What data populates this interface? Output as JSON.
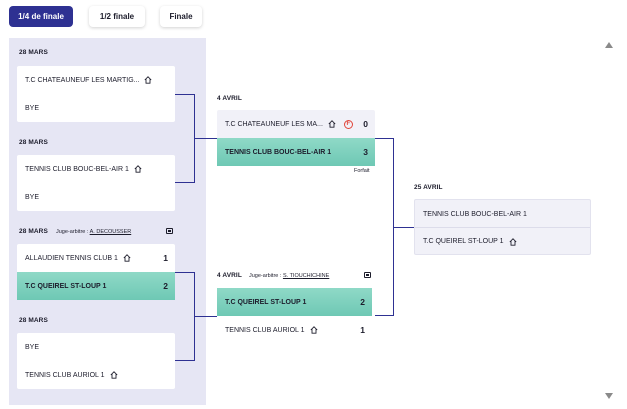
{
  "tabs": [
    {
      "label": "1/4 de finale",
      "active": true
    },
    {
      "label": "1/2 finale",
      "active": false
    },
    {
      "label": "Finale",
      "active": false
    }
  ],
  "colors": {
    "accent": "#2e3192",
    "winner": "#7ccfbc",
    "column": "#e6e6f4"
  },
  "quarter": [
    {
      "date": "28 MARS",
      "referee_label": "",
      "referee": "",
      "teams": [
        {
          "name": "T.C CHATEAUNEUF LES MARTIG...",
          "home": true,
          "score": ""
        },
        {
          "name": "BYE",
          "home": false,
          "score": ""
        }
      ]
    },
    {
      "date": "28 MARS",
      "referee_label": "",
      "referee": "",
      "teams": [
        {
          "name": "TENNIS CLUB BOUC-BEL-AIR 1",
          "home": true,
          "score": ""
        },
        {
          "name": "BYE",
          "home": false,
          "score": ""
        }
      ]
    },
    {
      "date": "28 MARS",
      "referee_label": "Juge-arbitre :",
      "referee": "A. DECOUSSER",
      "teams": [
        {
          "name": "ALLAUDIEN TENNIS CLUB 1",
          "home": true,
          "score": "1"
        },
        {
          "name": "T.C QUEIREL ST-LOUP 1",
          "home": false,
          "score": "2"
        }
      ]
    },
    {
      "date": "28 MARS",
      "referee_label": "",
      "referee": "",
      "teams": [
        {
          "name": "BYE",
          "home": false,
          "score": ""
        },
        {
          "name": "TENNIS CLUB AURIOL 1",
          "home": true,
          "score": ""
        }
      ]
    }
  ],
  "semi": [
    {
      "date": "4 AVRIL",
      "referee_label": "",
      "referee": "",
      "forfait_label": "Forfait",
      "forfait_icon": "F",
      "teams": [
        {
          "name": "T.C CHATEAUNEUF LES MA...",
          "home": true,
          "score": "0"
        },
        {
          "name": "TENNIS CLUB BOUC-BEL-AIR 1",
          "home": false,
          "score": "3"
        }
      ]
    },
    {
      "date": "4 AVRIL",
      "referee_label": "Juge-arbitre :",
      "referee": "S. TIOUCHICHINE",
      "teams": [
        {
          "name": "T.C QUEIREL ST-LOUP 1",
          "home": false,
          "score": "2"
        },
        {
          "name": "TENNIS CLUB AURIOL 1",
          "home": true,
          "score": "1"
        }
      ]
    }
  ],
  "final": {
    "date": "25 AVRIL",
    "teams": [
      {
        "name": "TENNIS CLUB BOUC-BEL-AIR 1",
        "home": false,
        "score": ""
      },
      {
        "name": "T.C QUEIREL ST-LOUP 1",
        "home": true,
        "score": ""
      }
    ]
  }
}
